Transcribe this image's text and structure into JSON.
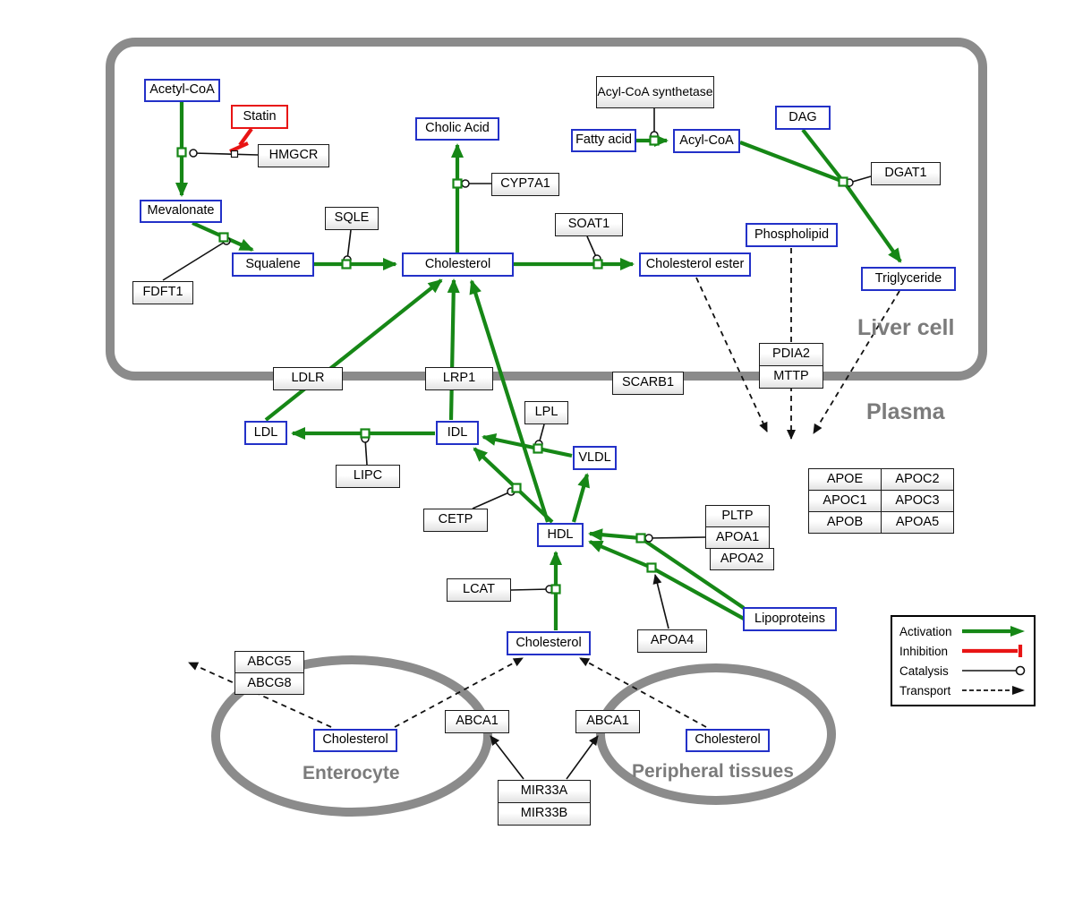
{
  "compartments": {
    "liver": "Liver cell",
    "plasma": "Plasma",
    "enterocyte": "Enterocyte",
    "peripheral": "Peripheral tissues"
  },
  "nodes": {
    "acetyl_coa": {
      "label": "Acetyl-CoA",
      "kind": "metabolite"
    },
    "statin": {
      "label": "Statin",
      "kind": "drug"
    },
    "hmgcr": {
      "label": "HMGCR",
      "kind": "enzyme"
    },
    "mevalonate": {
      "label": "Mevalonate",
      "kind": "metabolite"
    },
    "fdft1": {
      "label": "FDFT1",
      "kind": "enzyme"
    },
    "squalene": {
      "label": "Squalene",
      "kind": "metabolite"
    },
    "sqle": {
      "label": "SQLE",
      "kind": "enzyme"
    },
    "cholesterol_liver": {
      "label": "Cholesterol",
      "kind": "metabolite"
    },
    "cholic_acid": {
      "label": "Cholic Acid",
      "kind": "metabolite"
    },
    "cyp7a1": {
      "label": "CYP7A1",
      "kind": "enzyme"
    },
    "soat1": {
      "label": "SOAT1",
      "kind": "enzyme"
    },
    "cholesterol_ester": {
      "label": "Cholesterol ester",
      "kind": "metabolite"
    },
    "acyl_coa_synthetase": {
      "label": "Acyl-CoA synthetase",
      "kind": "enzyme"
    },
    "fatty_acid": {
      "label": "Fatty acid",
      "kind": "metabolite"
    },
    "acyl_coa": {
      "label": "Acyl-CoA",
      "kind": "metabolite"
    },
    "dag": {
      "label": "DAG",
      "kind": "metabolite"
    },
    "dgat1": {
      "label": "DGAT1",
      "kind": "enzyme"
    },
    "phospholipid": {
      "label": "Phospholipid",
      "kind": "metabolite"
    },
    "triglyceride": {
      "label": "Triglyceride",
      "kind": "metabolite"
    },
    "ldlr": {
      "label": "LDLR",
      "kind": "receptor"
    },
    "lrp1": {
      "label": "LRP1",
      "kind": "receptor"
    },
    "scarb1": {
      "label": "SCARB1",
      "kind": "receptor"
    },
    "pdia2": {
      "label": "PDIA2",
      "kind": "enzyme"
    },
    "mttp": {
      "label": "MTTP",
      "kind": "enzyme"
    },
    "ldl": {
      "label": "LDL",
      "kind": "lipoprotein"
    },
    "idl": {
      "label": "IDL",
      "kind": "lipoprotein"
    },
    "lipc": {
      "label": "LIPC",
      "kind": "enzyme"
    },
    "lpl": {
      "label": "LPL",
      "kind": "enzyme"
    },
    "vldl": {
      "label": "VLDL",
      "kind": "lipoprotein"
    },
    "cetp": {
      "label": "CETP",
      "kind": "enzyme"
    },
    "hdl": {
      "label": "HDL",
      "kind": "lipoprotein"
    },
    "pltp": {
      "label": "PLTP",
      "kind": "enzyme"
    },
    "apoa1": {
      "label": "APOA1",
      "kind": "protein"
    },
    "apoa2": {
      "label": "APOA2",
      "kind": "protein"
    },
    "lcat": {
      "label": "LCAT",
      "kind": "enzyme"
    },
    "apoa4": {
      "label": "APOA4",
      "kind": "protein"
    },
    "lipoproteins": {
      "label": "Lipoproteins",
      "kind": "lipoprotein"
    },
    "cholesterol_plasma": {
      "label": "Cholesterol",
      "kind": "metabolite"
    },
    "abcg5": {
      "label": "ABCG5",
      "kind": "transporter"
    },
    "abcg8": {
      "label": "ABCG8",
      "kind": "transporter"
    },
    "cholesterol_enterocyte": {
      "label": "Cholesterol",
      "kind": "metabolite"
    },
    "abca1_enterocyte": {
      "label": "ABCA1",
      "kind": "transporter"
    },
    "abca1_peripheral": {
      "label": "ABCA1",
      "kind": "transporter"
    },
    "cholesterol_peripheral": {
      "label": "Cholesterol",
      "kind": "metabolite"
    },
    "mir33a": {
      "label": "MIR33A",
      "kind": "mirna"
    },
    "mir33b": {
      "label": "MIR33B",
      "kind": "mirna"
    }
  },
  "apo_table": {
    "rows": [
      [
        "APOE",
        "APOC2"
      ],
      [
        "APOC1",
        "APOC3"
      ],
      [
        "APOB",
        "APOA5"
      ]
    ]
  },
  "legend": {
    "activation": "Activation",
    "inhibition": "Inhibition",
    "catalysis": "Catalysis",
    "transport": "Transport"
  },
  "colors": {
    "activation_green": "#168716",
    "inhibition_red": "#e81414",
    "metabolite_border_blue": "#2331c8",
    "membrane_gray": "#8b8b8b",
    "compartment_label_gray": "#7b7b7b"
  },
  "edges": [
    {
      "from": "Acetyl-CoA",
      "to": "Mevalonate",
      "type": "activation",
      "catalyst": "HMGCR"
    },
    {
      "from": "Statin",
      "to": "HMGCR",
      "type": "inhibition"
    },
    {
      "from": "Mevalonate",
      "to": "Squalene",
      "type": "activation",
      "catalyst": "FDFT1"
    },
    {
      "from": "Squalene",
      "to": "Cholesterol",
      "type": "activation",
      "catalyst": "SQLE"
    },
    {
      "from": "Cholesterol",
      "to": "Cholic Acid",
      "type": "activation",
      "catalyst": "CYP7A1"
    },
    {
      "from": "Cholesterol",
      "to": "Cholesterol ester",
      "type": "activation",
      "catalyst": "SOAT1"
    },
    {
      "from": "Fatty acid",
      "to": "Acyl-CoA",
      "type": "activation",
      "catalyst": "Acyl-CoA synthetase"
    },
    {
      "from": "Acyl-CoA",
      "to": "Triglyceride",
      "type": "activation",
      "catalyst": "DGAT1"
    },
    {
      "from": "DAG",
      "to": "Triglyceride",
      "type": "activation",
      "catalyst": "DGAT1"
    },
    {
      "from": "Cholesterol ester",
      "to": "plasma",
      "type": "transport"
    },
    {
      "from": "Phospholipid",
      "to": "plasma",
      "type": "transport",
      "via": "PDIA2/MTTP"
    },
    {
      "from": "Triglyceride",
      "to": "plasma",
      "type": "transport"
    },
    {
      "from": "LDL",
      "to": "Cholesterol (liver)",
      "type": "activation",
      "via": "LDLR"
    },
    {
      "from": "IDL",
      "to": "Cholesterol (liver)",
      "type": "activation",
      "via": "LRP1"
    },
    {
      "from": "HDL",
      "to": "Cholesterol (liver)",
      "type": "activation"
    },
    {
      "from": "IDL",
      "to": "LDL",
      "type": "activation",
      "catalyst": "LIPC"
    },
    {
      "from": "VLDL",
      "to": "IDL",
      "type": "activation",
      "catalyst": "LPL"
    },
    {
      "from": "HDL",
      "to": "IDL",
      "type": "activation",
      "catalyst": "CETP"
    },
    {
      "from": "HDL",
      "to": "VLDL",
      "type": "activation"
    },
    {
      "from": "Lipoproteins",
      "to": "HDL",
      "type": "activation",
      "catalyst": "PLTP/APOA1/APOA2"
    },
    {
      "from": "Lipoproteins",
      "to": "HDL",
      "type": "activation",
      "catalyst": "APOA4"
    },
    {
      "from": "Cholesterol (plasma)",
      "to": "HDL",
      "type": "activation",
      "catalyst": "LCAT"
    },
    {
      "from": "Cholesterol (enterocyte)",
      "to": "outside enterocyte",
      "type": "transport",
      "via": "ABCG5/ABCG8"
    },
    {
      "from": "Cholesterol (enterocyte)",
      "to": "Cholesterol (plasma)",
      "type": "transport",
      "via": "ABCA1"
    },
    {
      "from": "Cholesterol (peripheral tissues)",
      "to": "Cholesterol (plasma)",
      "type": "transport",
      "via": "ABCA1"
    },
    {
      "from": "MIR33A/MIR33B",
      "to": "ABCA1",
      "type": "regulation"
    }
  ]
}
